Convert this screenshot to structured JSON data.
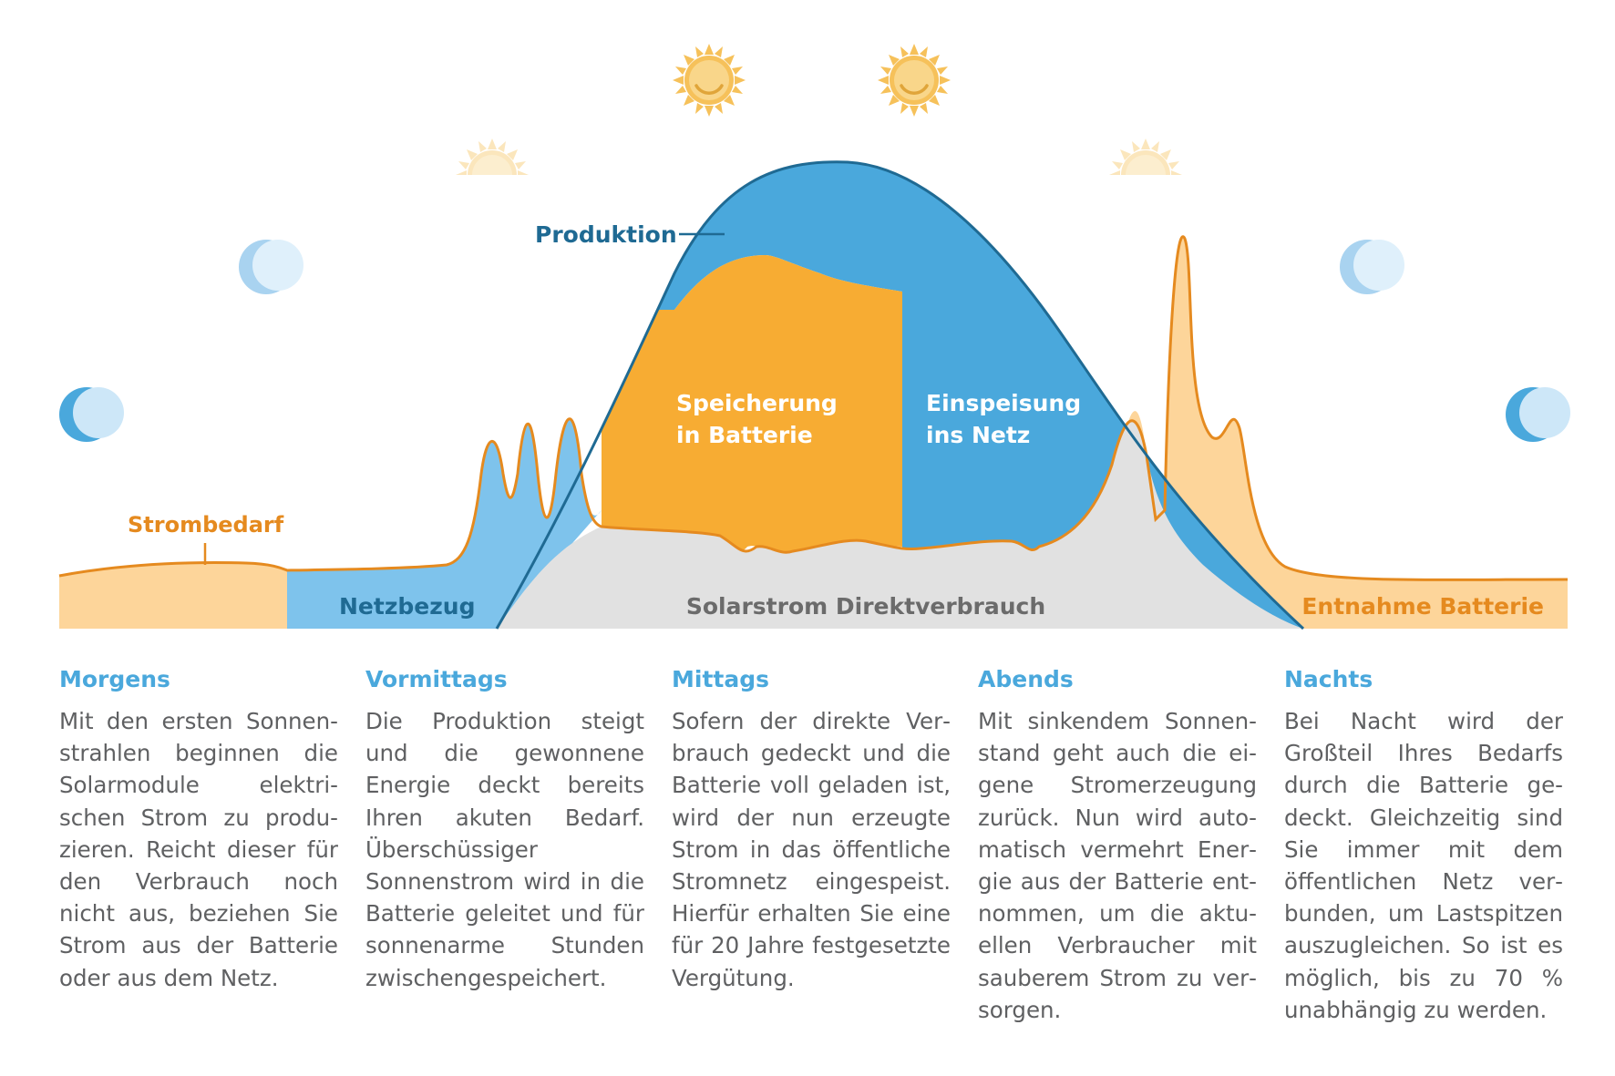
{
  "diagram": {
    "labels": {
      "produktion": "Produktion",
      "strombedarf": "Strombedarf",
      "speicherung_line1": "Speicherung",
      "speicherung_line2": "in Batterie",
      "einspeisung_line1": "Einspeisung",
      "einspeisung_line2": "ins Netz",
      "netzbezug": "Netzbezug",
      "direktverbrauch": "Solarstrom Direktverbrauch",
      "entnahme": "Entnahme Batterie"
    },
    "colors": {
      "production_blue": "#4aa8dc",
      "light_blue": "#7ec3ec",
      "orange": "#f7ac33",
      "light_orange": "#fdd59a",
      "demand_line": "#e58a1f",
      "grey": "#e1e1e1",
      "dark_blue": "#1f6a93",
      "sun": "#f6c15a",
      "moon": "#4aa8dc"
    },
    "icons": [
      "moon-icon",
      "moon-icon",
      "sun-icon",
      "sun-icon",
      "sun-icon",
      "sun-icon",
      "moon-icon",
      "moon-icon"
    ]
  },
  "columns": [
    {
      "title": "Morgens",
      "text": "Mit den ersten Sonnen­strahlen beginnen die Solarmodule elektri­schen Strom zu produ­zieren. Reicht dieser für den Verbrauch noch nicht aus, beziehen Sie Strom aus der Batterie oder aus dem Netz."
    },
    {
      "title": "Vormittags",
      "text": "Die Produktion steigt und die gewonnene Energie deckt bereits Ihren aku­ten Bedarf. Überschüs­siger Sonnenstrom wird in die Batterie geleitet und für sonnenarme Stunden zwischenges­peichert."
    },
    {
      "title": "Mittags",
      "text": "Sofern der direkte Ver­brauch gedeckt und die Batterie voll geladen ist, wird der nun erzeugte Strom in das öffentliche Stromnetz eingespeist. Hierfür erhalten Sie eine für 20 Jahre festgesetzte Vergütung."
    },
    {
      "title": "Abends",
      "text": "Mit sinkendem Sonnen­stand geht auch die ei­gene Stromerzeugung zurück. Nun wird auto­matisch vermehrt Ener­gie aus der Batterie ent­nommen, um die aktu­ellen Verbraucher mit sauberem Strom zu ver­sorgen."
    },
    {
      "title": "Nachts",
      "text": "Bei Nacht wird der Großteil Ihres Bedarfs durch die Batterie ge­deckt. Gleichzeitig sind Sie immer mit dem öffentlichen Netz ver­bunden, um Lastspitzen auszugleichen. So ist es möglich, bis zu 70 % unabhängig zu werden."
    }
  ]
}
